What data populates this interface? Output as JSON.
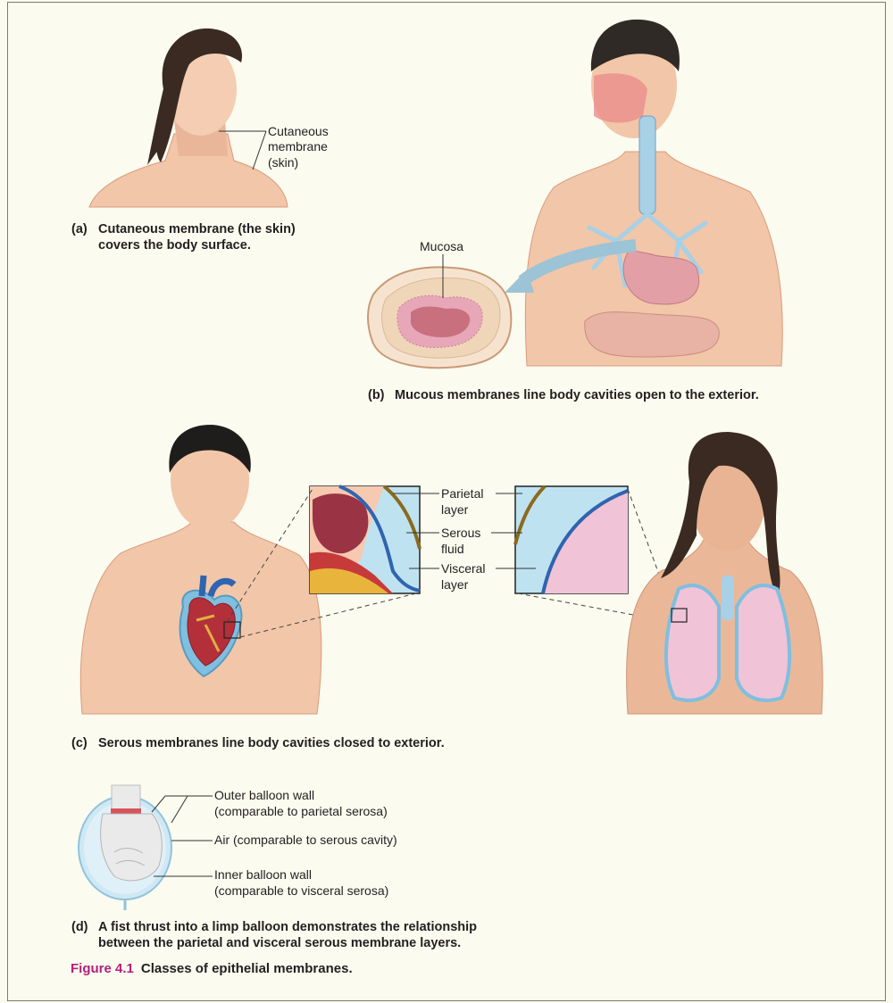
{
  "labels": {
    "cutaneous_line1": "Cutaneous",
    "cutaneous_line2": "membrane",
    "cutaneous_line3": "(skin)",
    "mucosa": "Mucosa",
    "parietal_line1": "Parietal",
    "parietal_line2": "layer",
    "serous_line1": "Serous",
    "serous_line2": "fluid",
    "visceral_line1": "Visceral",
    "visceral_line2": "layer",
    "outer_wall_line1": "Outer balloon wall",
    "outer_wall_line2": "(comparable to parietal serosa)",
    "air": "Air (comparable to serous cavity)",
    "inner_wall_line1": "Inner balloon wall",
    "inner_wall_line2": "(comparable to visceral serosa)"
  },
  "captions": {
    "a_letter": "(a)",
    "a_line1": "Cutaneous membrane (the skin)",
    "a_line2": "covers the body surface.",
    "b_letter": "(b)",
    "b_line1": "Mucous membranes line body cavities open to the exterior.",
    "c_letter": "(c)",
    "c_line1": "Serous membranes line body cavities closed to exterior.",
    "d_letter": "(d)",
    "d_line1": "A fist thrust into a limp balloon demonstrates the relationship",
    "d_line2": "between the parietal and visceral serous membrane layers."
  },
  "figure": {
    "number": "Figure 4.1",
    "title": "Classes of epithelial membranes."
  },
  "colors": {
    "skin": "#f2c6a8",
    "skin_shadow": "#d99a7c",
    "hair": "#3a2a22",
    "airway": "#a8d0e6",
    "mucosa_pink": "#e7a7b8",
    "serous_blue": "#7fbfe0",
    "parietal_gold": "#8a6a1c",
    "heart_red": "#b3303a",
    "lung_pink": "#f1c3d6",
    "figure_accent": "#b0217a"
  }
}
